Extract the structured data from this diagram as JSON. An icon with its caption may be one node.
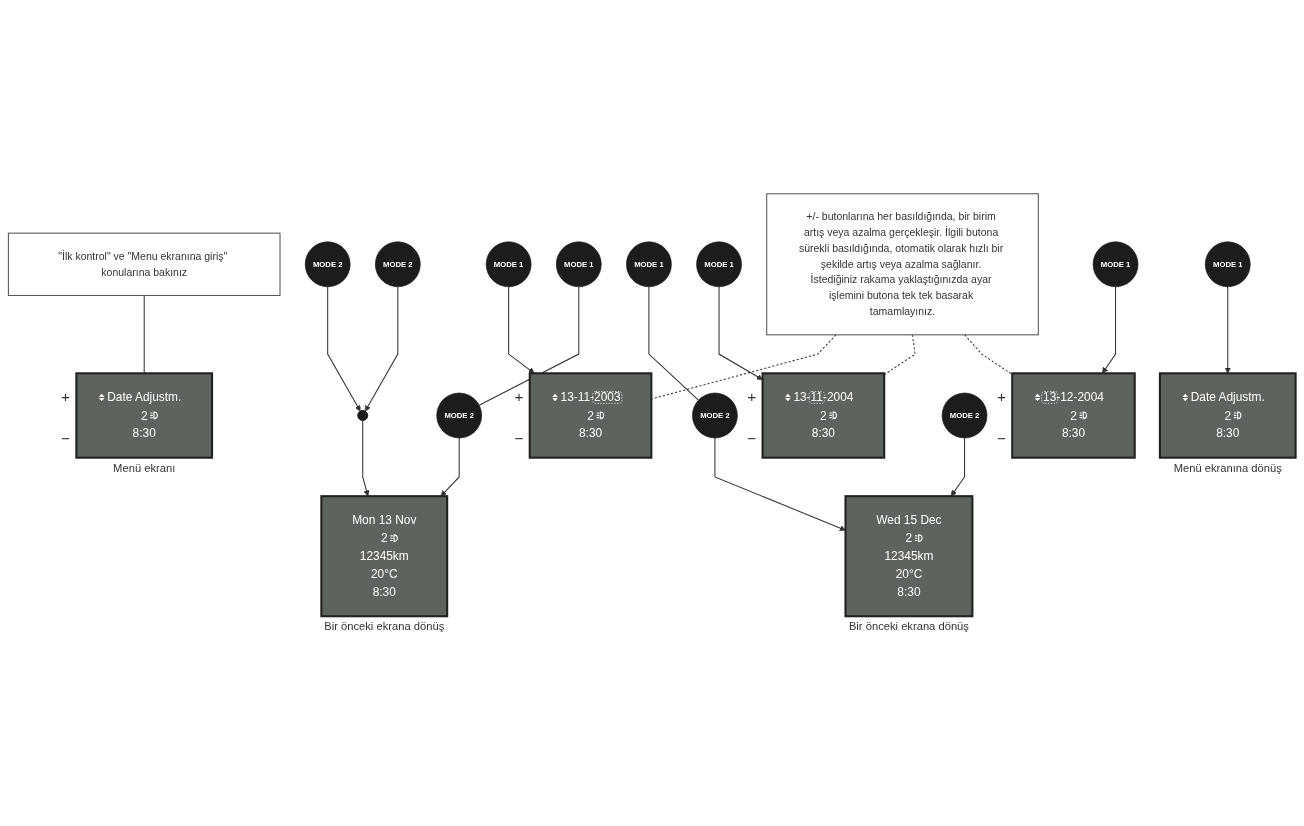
{
  "diagram": {
    "nodes": [
      {
        "text": [
          "\"İlk kontrol\" ve \"Menu ekranına giriş\" konularına bakınız"
        ]
      },
      {
        "text": [
          "Date Adjustm.",
          "2",
          "8:30"
        ],
        "beside": [
          "+",
          "−",
          "Menü ekranı"
        ]
      },
      {
        "text": [
          "MODE 2"
        ]
      },
      {
        "text": [
          "MODE 1"
        ]
      },
      {
        "text": [],
        "shape": "circle"
      },
      {
        "text": [
          "Mon 13 Nov",
          "2",
          "12345km",
          "20°C",
          "8:30"
        ],
        "beside": [
          "Bir önceki ekrana dönüş"
        ]
      },
      {
        "text": [
          "Wed 15 Dec",
          "2",
          "12345km",
          "20°C",
          "8:30"
        ],
        "beside": [
          "Bir önceki ekrana dönüş"
        ]
      },
      {
        "text": [
          "13-11-2003",
          "2",
          "8:30"
        ],
        "beside": [
          "+",
          "−"
        ]
      },
      {
        "text": [
          "MODE 2"
        ]
      },
      {
        "text": [
          "MODE 1"
        ]
      },
      {
        "text": [
          "MODE 2"
        ]
      },
      {
        "text": [
          "MODE 2"
        ]
      },
      {
        "text": [
          "13-11-2004",
          "2",
          "8:30"
        ],
        "beside": [
          "+",
          "−"
        ]
      },
      {
        "text": [
          "MODE 1"
        ]
      },
      {
        "text": [
          "MODE 1"
        ]
      },
      {
        "text": [
          "MODE 2"
        ]
      },
      {
        "text": [
          "13-12-2004",
          "2",
          "8:30"
        ],
        "beside": [
          "+",
          "−"
        ]
      },
      {
        "text": [
          "MODE 1"
        ]
      },
      {
        "text": [
          "MODE 1"
        ]
      },
      {
        "text": [
          "Date Adjustm.",
          "2",
          "8:30"
        ],
        "beside": [
          "Menü ekranına dönüş"
        ]
      },
      {
        "text": [
          "+/- butonlarına her basıldığında, bir birim artış veya azalma gerçekleşir. İlgili butona sürekli basıldığında, otomatik olarak hızlı bir şekilde artış veya azalma sağlanır. İstediğiniz rakama yaklaştığınızda ayar işlemini butona tek tek basarak tamamlayınız."
        ]
      }
    ],
    "edges": [
      {
        "from": 0,
        "to": 1,
        "arrow": "none"
      },
      {
        "from": 2,
        "to": 4,
        "arrow": "to"
      },
      {
        "from": 8,
        "to": 4,
        "arrow": "to"
      },
      {
        "from": 4,
        "to": 5,
        "arrow": "to"
      },
      {
        "from": 3,
        "to": 7,
        "arrow": "to"
      },
      {
        "from": 9,
        "to": 12,
        "arrow": "to"
      },
      {
        "from": 13,
        "to": 10,
        "arrow": "none"
      },
      {
        "from": 10,
        "to": 5,
        "arrow": "to"
      },
      {
        "from": 14,
        "to": 16,
        "arrow": "to"
      },
      {
        "from": 17,
        "to": 11,
        "arrow": "none"
      },
      {
        "from": 11,
        "to": 6,
        "arrow": "to"
      },
      {
        "from": 15,
        "to": 6,
        "arrow": "to"
      },
      {
        "from": 18,
        "to": 19,
        "arrow": "to"
      },
      {
        "from": 20,
        "to": 7,
        "arrow": "none",
        "style": "dashed"
      },
      {
        "from": 20,
        "to": 12,
        "arrow": "none",
        "style": "dashed"
      },
      {
        "from": 20,
        "to": 16,
        "arrow": "none",
        "style": "dashed"
      }
    ]
  }
}
